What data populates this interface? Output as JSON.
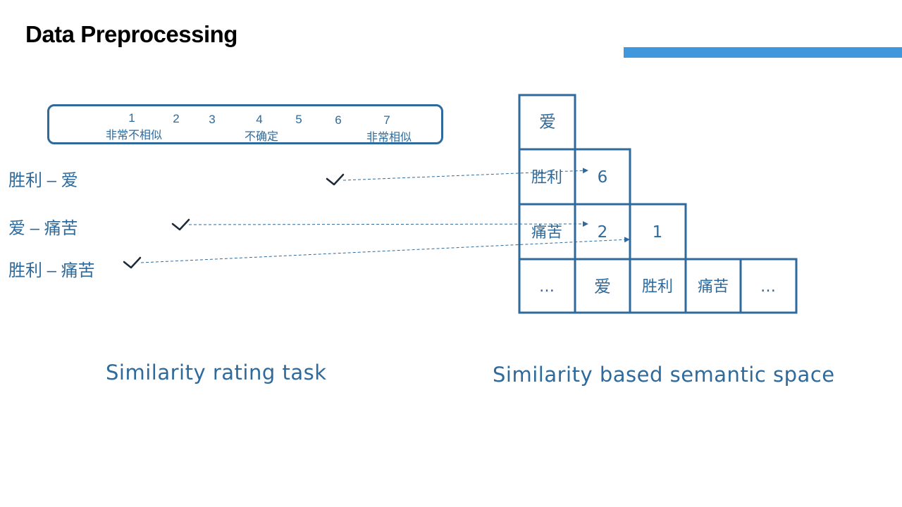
{
  "title": "Data Preprocessing",
  "scale": {
    "ticks": [
      "1",
      "2",
      "3",
      "4",
      "5",
      "6",
      "7"
    ],
    "anchors": {
      "low": "非常不相似",
      "mid": "不确定",
      "high": "非常相似"
    }
  },
  "pairs": [
    {
      "label": "胜利 – 爱",
      "rating": "6"
    },
    {
      "label": "爱 – 痛苦",
      "rating": "2"
    },
    {
      "label": "胜利 – 痛苦",
      "rating": "1"
    }
  ],
  "matrix": {
    "row_labels": [
      "爱",
      "胜利",
      "痛苦",
      "…"
    ],
    "col_labels": [
      "爱",
      "胜利",
      "痛苦",
      "…"
    ],
    "values": [
      "6",
      "2",
      "1"
    ]
  },
  "captions": {
    "left": "Similarity rating task",
    "right": "Similarity based semantic space"
  },
  "colors": {
    "primary": "#2e6a9b",
    "accent": "#3f97dd",
    "check": "#1a2a3a"
  }
}
